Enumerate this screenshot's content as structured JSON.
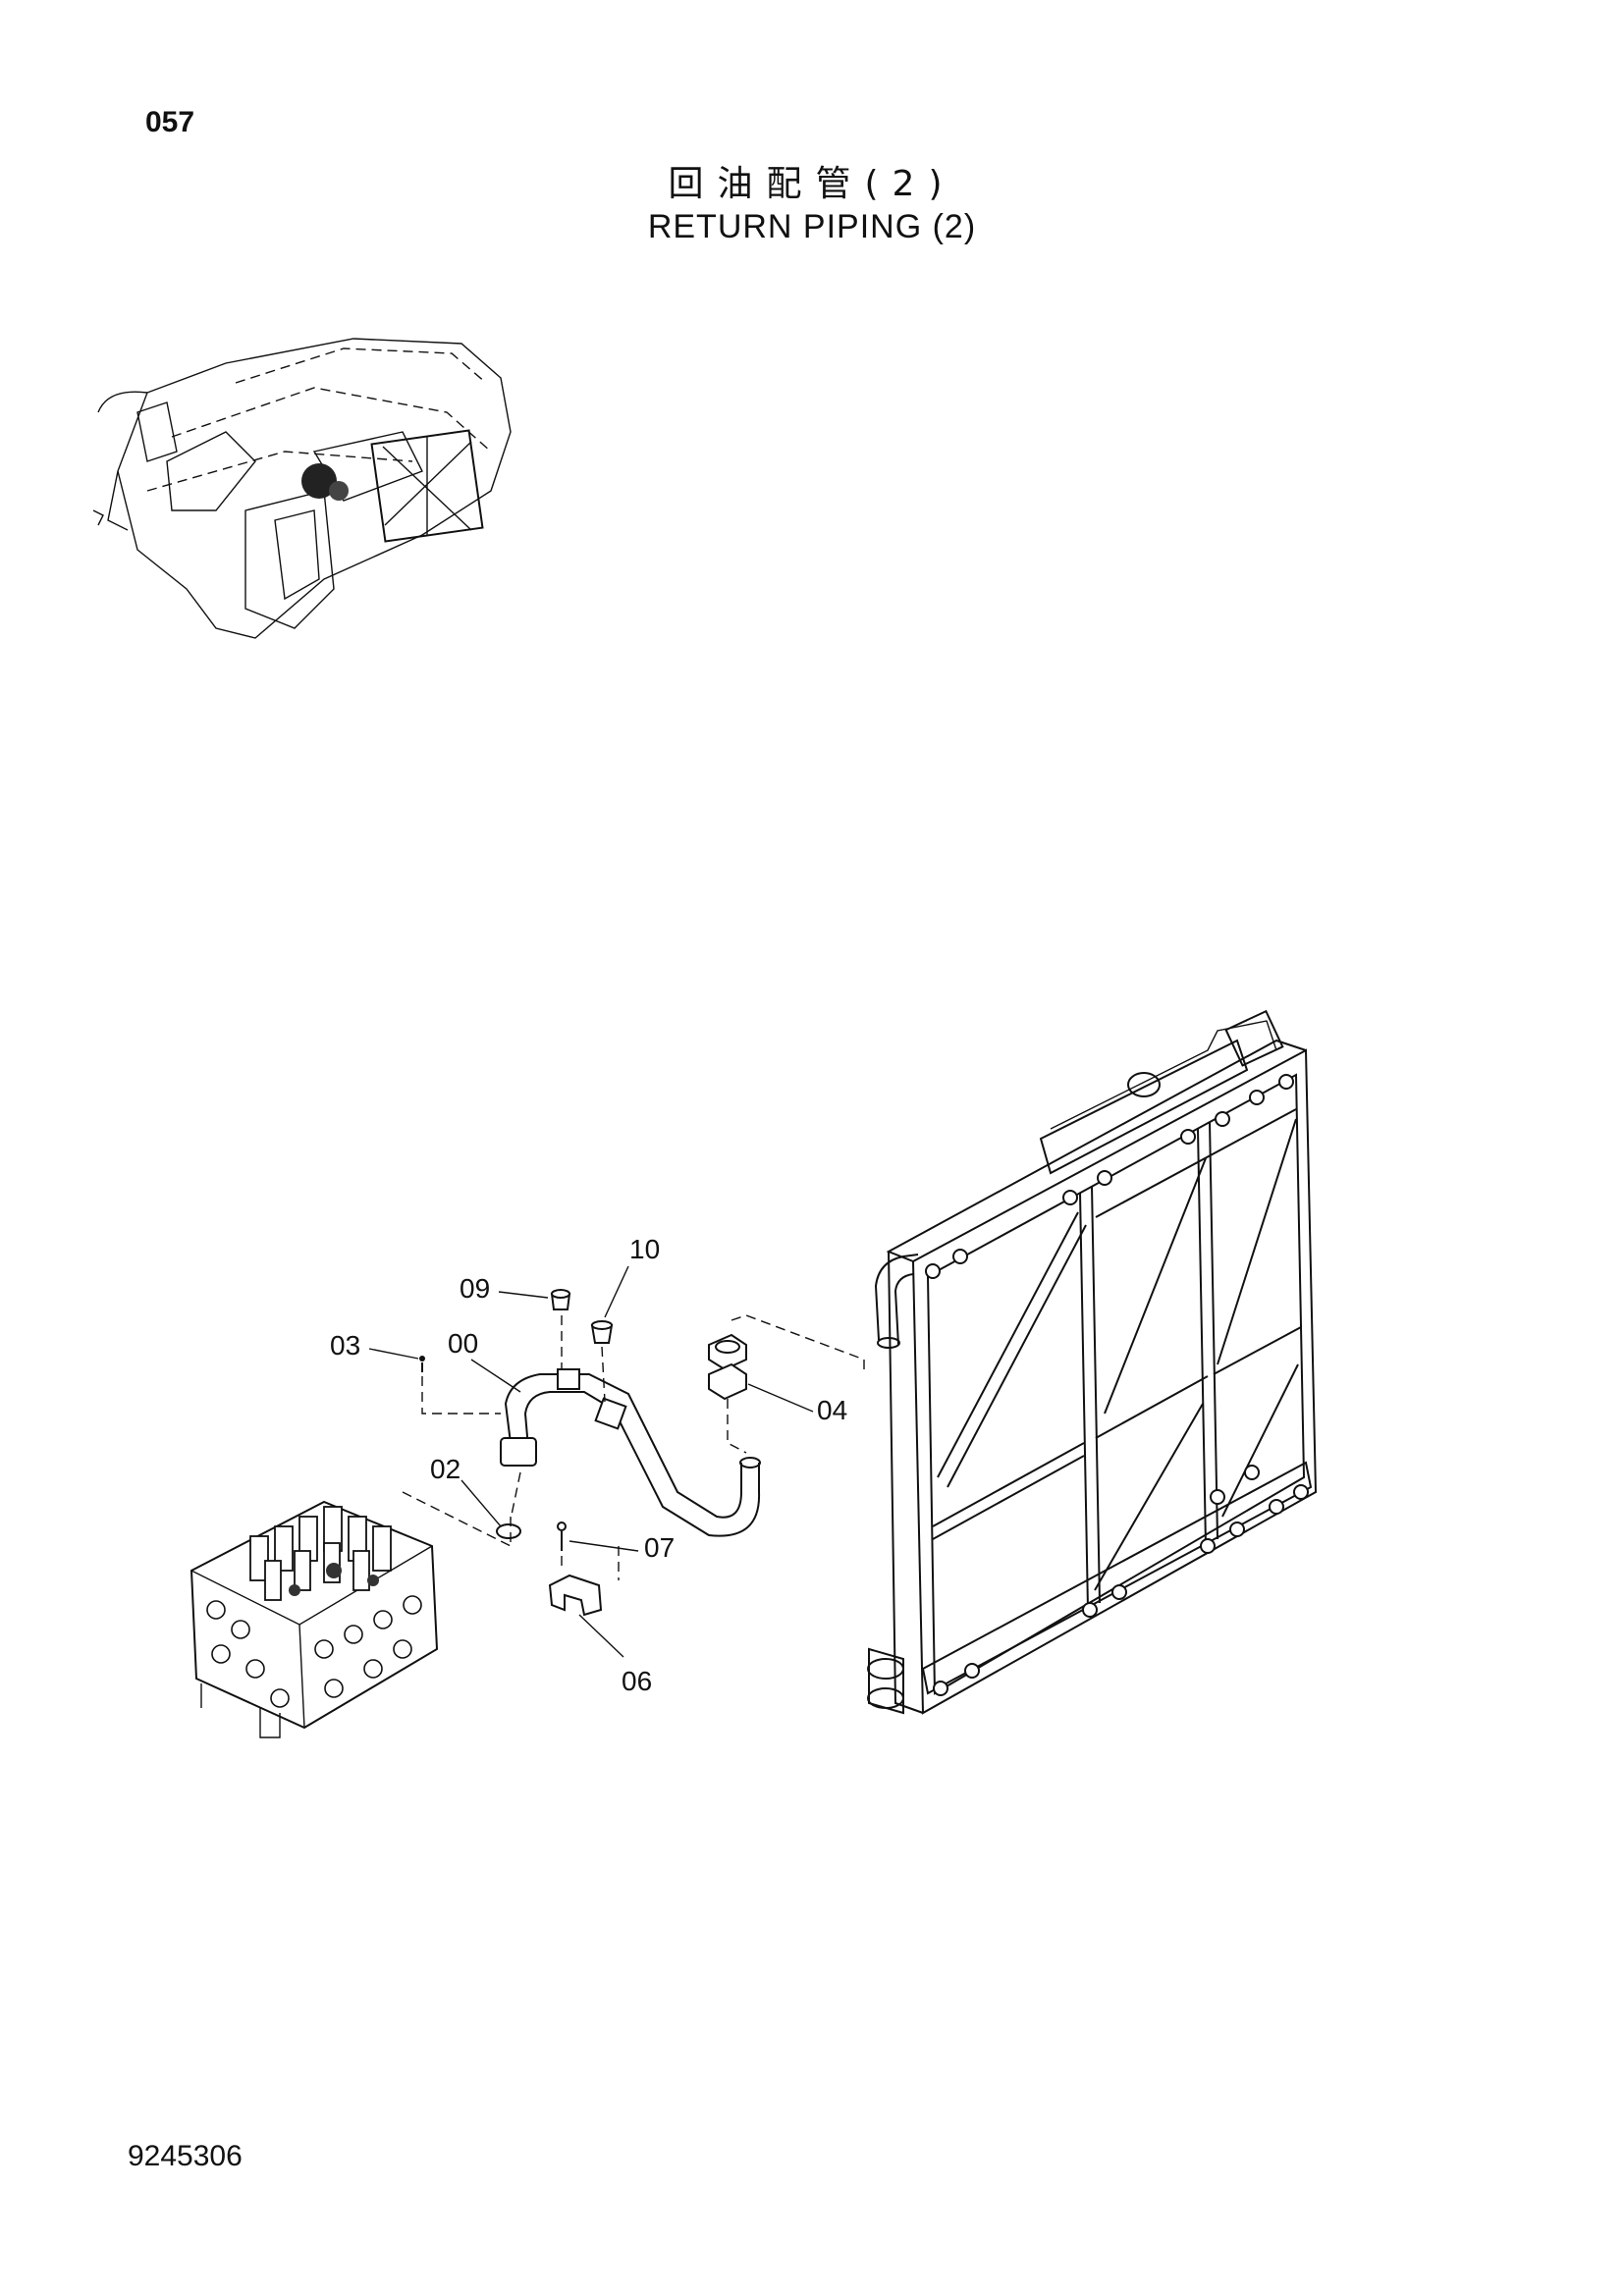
{
  "page": {
    "page_number": "057",
    "title_cn": "回油配管(2)",
    "title_en": "RETURN PIPING (2)",
    "document_number": "9245306"
  },
  "callouts": [
    {
      "id": "callout-10",
      "label": "10"
    },
    {
      "id": "callout-09",
      "label": "09"
    },
    {
      "id": "callout-03",
      "label": "03"
    },
    {
      "id": "callout-00",
      "label": "00"
    },
    {
      "id": "callout-04",
      "label": "04"
    },
    {
      "id": "callout-02",
      "label": "02"
    },
    {
      "id": "callout-07",
      "label": "07"
    },
    {
      "id": "callout-06",
      "label": "06"
    }
  ]
}
